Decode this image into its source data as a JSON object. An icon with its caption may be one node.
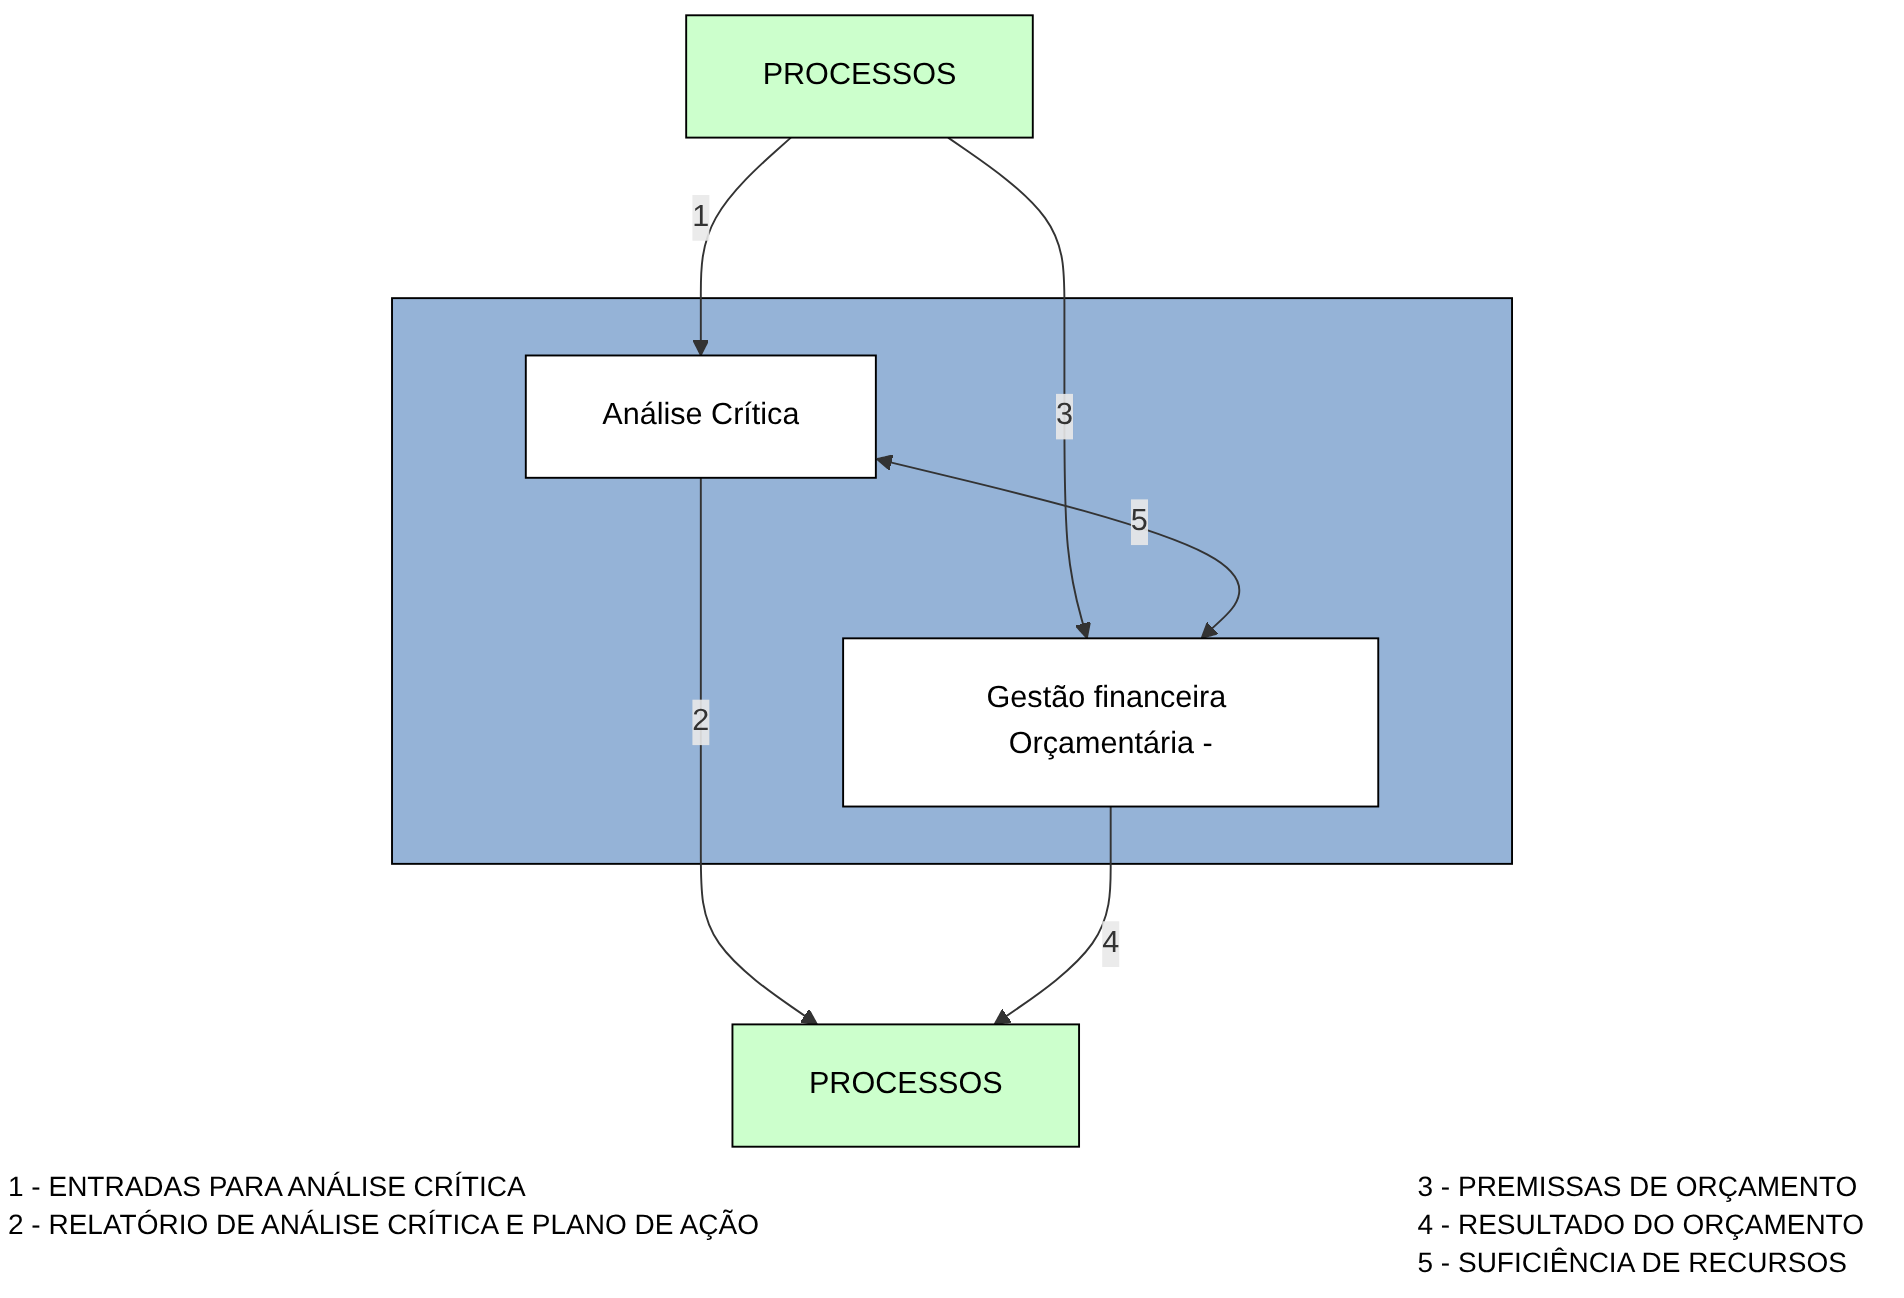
{
  "diagram": {
    "nodes": [
      {
        "text": [
          "PROCESSOS"
        ]
      },
      {
        "text": [],
        "shape": "box"
      },
      {
        "text": [
          "Análise Crítica"
        ],
        "in": 1
      },
      {
        "text": [
          "Gestão financeira Orçamentária -"
        ],
        "in": 1
      },
      {
        "text": [
          "PROCESSOS"
        ]
      }
    ],
    "edges": [
      {
        "from": 0,
        "to": 2,
        "arrow": "to",
        "label": "1"
      },
      {
        "from": 0,
        "to": 3,
        "arrow": "to",
        "label": "3"
      },
      {
        "from": 2,
        "to": 3,
        "arrow": "both",
        "label": "5"
      },
      {
        "from": 2,
        "to": 4,
        "arrow": "to",
        "label": "2"
      },
      {
        "from": 3,
        "to": 4,
        "arrow": "to",
        "label": "4"
      }
    ],
    "labels": [
      "1 - ENTRADAS PARA ANÁLISE CRÍTICA",
      "2 - RELATÓRIO DE ANÁLISE CRÍTICA E PLANO DE AÇÃO",
      "3 - PREMISSAS DE ORÇAMENTO",
      "4 - RESULTADO DO ORÇAMENTO",
      "5 - SUFICIÊNCIA DE RECURSOS"
    ]
  }
}
